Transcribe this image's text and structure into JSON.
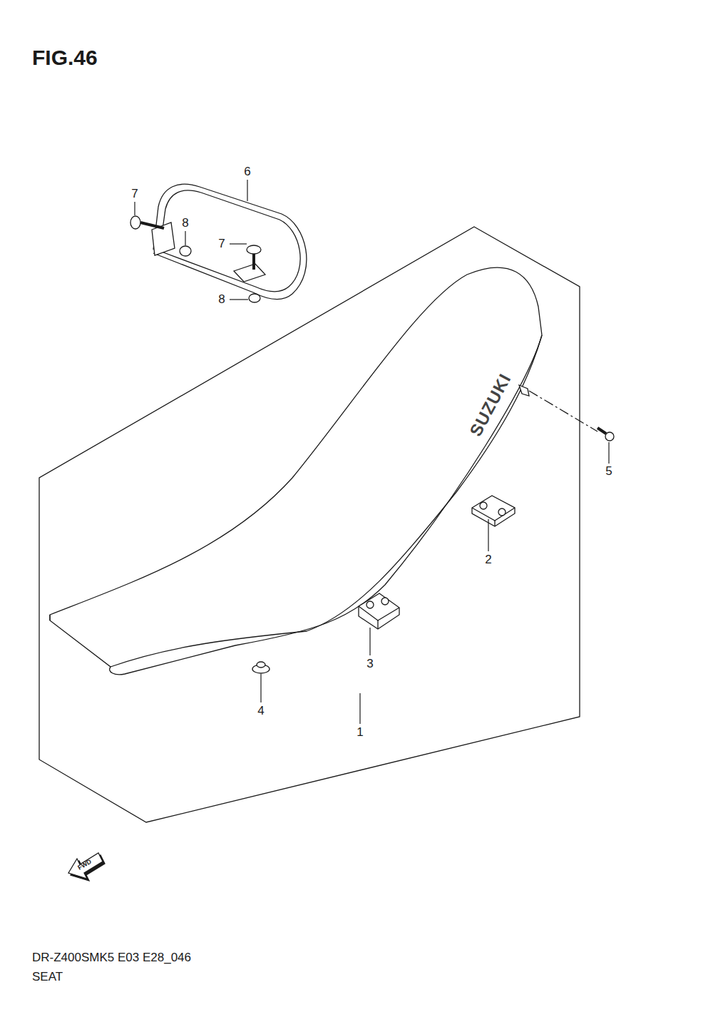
{
  "diagram": {
    "title": "FIG.46",
    "labels": [
      "6",
      "7",
      "8",
      "7",
      "8",
      "SUZUKI",
      "5",
      "2",
      "3",
      "4",
      "1",
      "FWD",
      "DR-Z400SMK5 E03 E28_046",
      "SEAT"
    ]
  }
}
